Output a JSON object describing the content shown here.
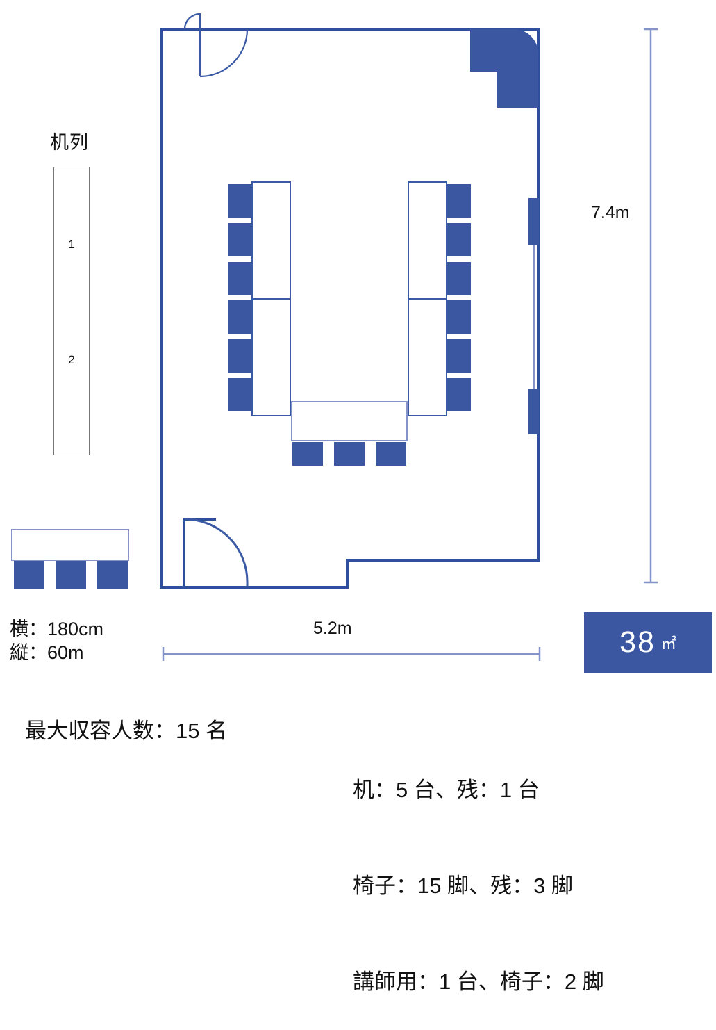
{
  "legend": {
    "title": "机列",
    "row_labels": [
      "1",
      "2"
    ],
    "desk_width_label": "横：180cm",
    "desk_depth_label": "縦：60m",
    "sample_chair_count": 3
  },
  "dimensions": {
    "vertical": "7.4m",
    "horizontal": "5.2m"
  },
  "area": {
    "value": "38",
    "unit": "㎡"
  },
  "summary": {
    "capacity": "最大収容人数：15 名",
    "inventory_lines": [
      "机：5 台、残：1 台",
      "椅子：15 脚、残：3 脚",
      "講師用：1 台、椅子：2 脚"
    ]
  },
  "colors": {
    "wall": "#2f4f9e",
    "furniture_fill": "#3b57a1",
    "desk_outline": "#8494c8",
    "dimension_line": "#8494c8",
    "legend_border": "#777777"
  },
  "floorplan": {
    "room_outline_label": "room-outline",
    "doors": [
      "top-left-door",
      "bottom-left-door"
    ],
    "windows": [
      "right-wall-window"
    ],
    "desk_groups": [
      {
        "name": "left-desk-column",
        "desks": 2,
        "chairs": 6
      },
      {
        "name": "right-desk-column",
        "desks": 2,
        "chairs": 6
      },
      {
        "name": "instructor-desk",
        "desks": 1,
        "chairs": 3
      }
    ]
  }
}
